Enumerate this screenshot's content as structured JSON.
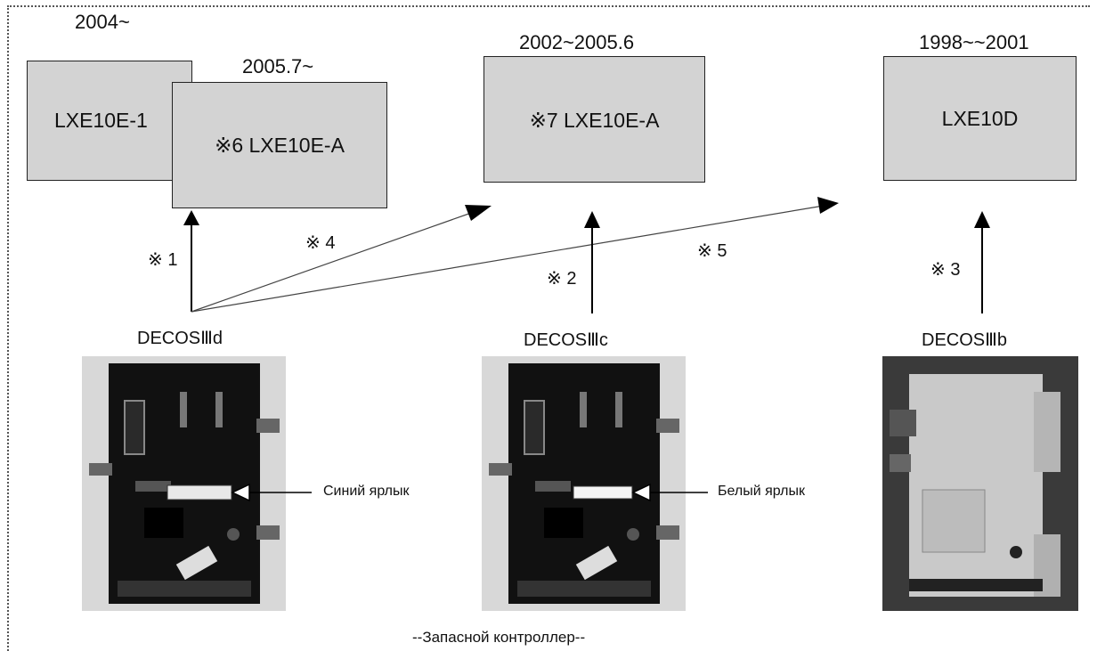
{
  "modules": [
    {
      "date": "2004~",
      "model": "LXE10E-1"
    },
    {
      "date": "2005.7~",
      "model": "※6  LXE10E-A"
    },
    {
      "date": "2002~2005.6",
      "model": "※7  LXE10E-A"
    },
    {
      "date": "1998~~2001",
      "model": "LXE10D"
    }
  ],
  "notes": [
    "※ 1",
    "※ 4",
    "※ 5",
    "※ 2",
    "※ 3"
  ],
  "controllers": [
    "DECOSⅢd",
    "DECOSⅢc",
    "DECOSⅢb"
  ],
  "labels": {
    "blue": "Синий ярлык",
    "white": "Белый ярлык"
  },
  "footer": "--Запасной контроллер--"
}
